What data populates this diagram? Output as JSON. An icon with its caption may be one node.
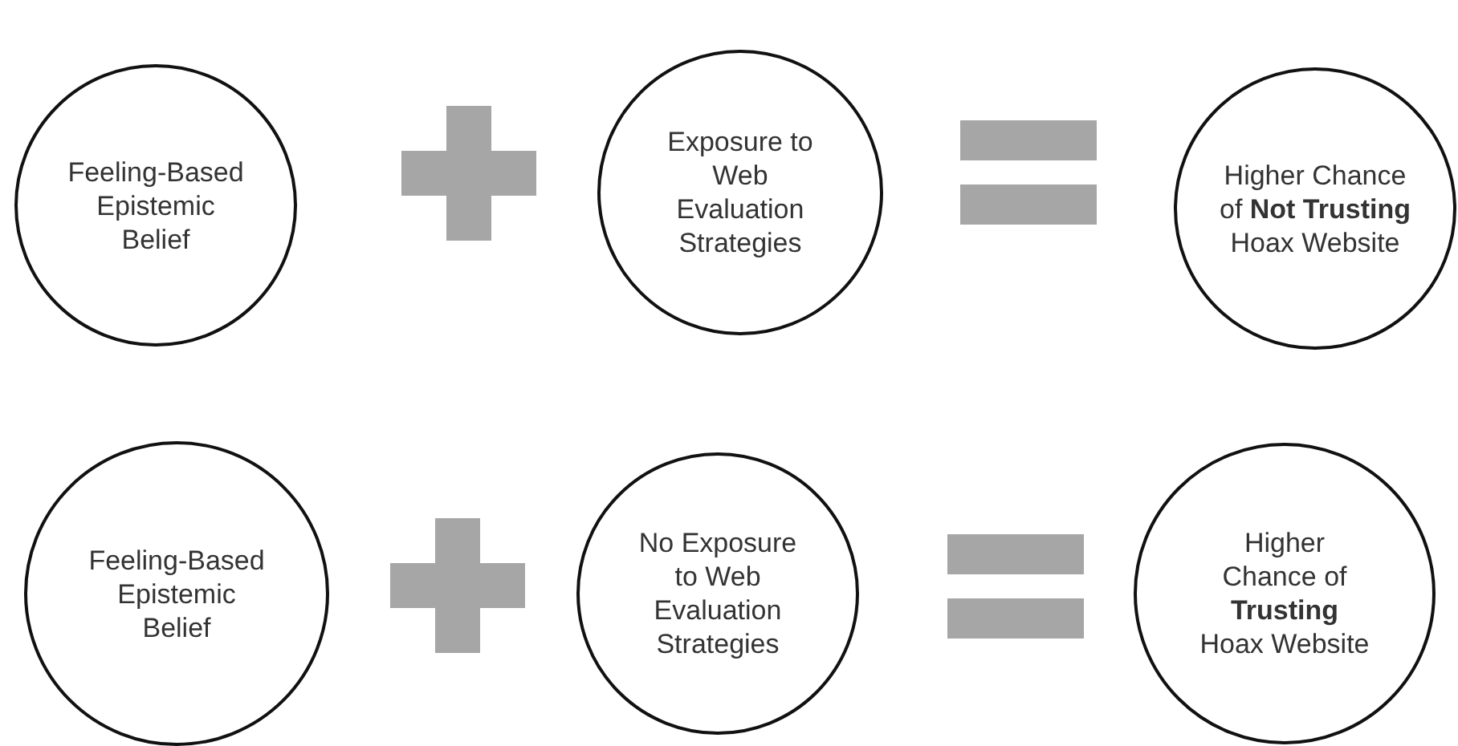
{
  "diagram": {
    "nodes": [
      {
        "text": [
          "Feeling-Based Epistemic Belief"
        ]
      },
      {
        "text": [
          "Exposure to Web Evaluation Strategies"
        ]
      },
      {
        "text": [
          "Higher Chance of **Not Trusting** Hoax Website"
        ]
      },
      {
        "text": [
          "Feeling-Based Epistemic Belief"
        ]
      },
      {
        "text": [
          "No Exposure to Web Evaluation Strategies"
        ]
      },
      {
        "text": [
          "Higher Chance of **Trusting** Hoax Website"
        ]
      }
    ]
  }
}
